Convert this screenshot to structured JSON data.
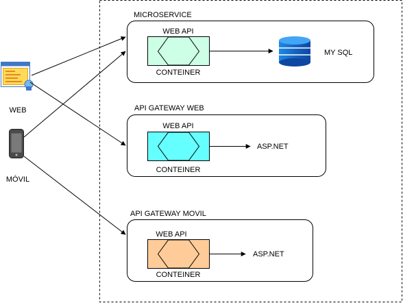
{
  "clients": {
    "web_label": "WEB",
    "mobile_label": "MÓVIL"
  },
  "groups": [
    {
      "title": "MICROSERVICE",
      "api_label": "WEB API",
      "container_label": "CONTEINER",
      "target_label": "MY SQL",
      "fill": "#ccffe6",
      "target_kind": "database-icon"
    },
    {
      "title": "API GATEWAY WEB",
      "api_label": "WEB API",
      "container_label": "CONTEINER",
      "target_label": "ASP.NET",
      "fill": "#66ffff",
      "target_kind": "text"
    },
    {
      "title": "API GATEWAY MOVIL",
      "api_label": "WEB API",
      "container_label": "CONTEINER",
      "target_label": "ASP.NET",
      "fill": "#ffcc99",
      "target_kind": "text"
    }
  ],
  "colors": {
    "database": "#1565c0",
    "database_top": "#42a5f5"
  }
}
